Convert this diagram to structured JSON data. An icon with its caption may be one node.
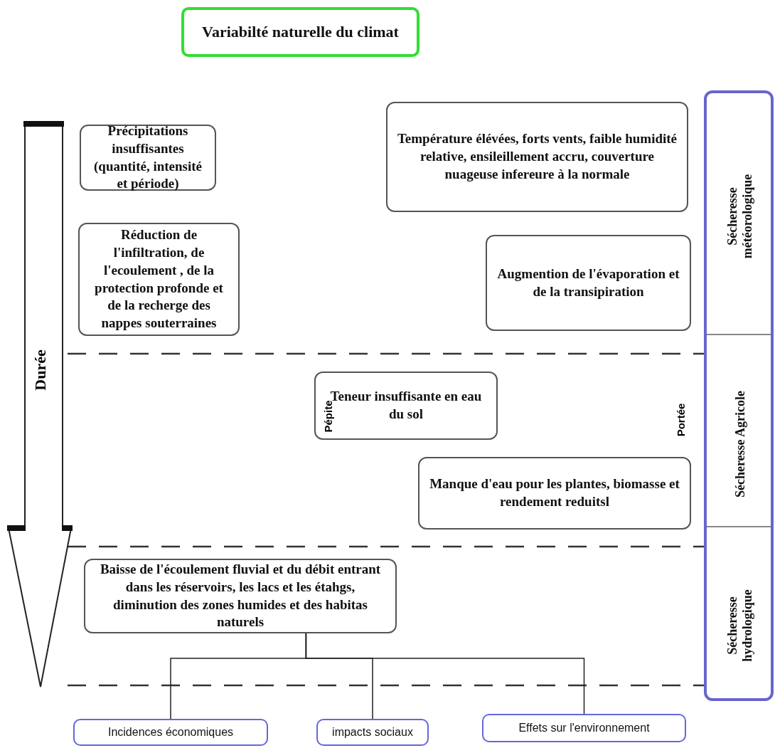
{
  "diagram": {
    "nodes": [
      {
        "text": [
          "Variabilté naturelle du climat"
        ]
      },
      {
        "text": [
          "Précipitations insuffisantes (quantité, intensité et période)"
        ]
      },
      {
        "text": [
          "Température élévées, forts vents, faible humidité relative, ensileillement accru, couverture nuageuse infereure à la normale"
        ]
      },
      {
        "text": [
          "Sécheresse météorologique",
          "Sécheresse Agricole",
          "Sécheresse hydrologique"
        ]
      },
      {
        "text": [
          "Réduction de l'infiltration, de l'ecoulement , de la protection profonde et de la recherge des nappes souterraines"
        ]
      },
      {
        "text": [
          "Augmention de l'évaporation et de la transipiration"
        ]
      },
      {
        "text": [
          "Teneur insuffisante en eau du sol"
        ]
      },
      {
        "text": [
          "Manque d'eau pour les plantes, biomasse et rendement reduitsl"
        ]
      },
      {
        "text": [
          "Baisse de l'écoulement fluvial et du débit entrant  dans les réservoirs, les lacs et les étahgs, diminution des zones humides et des habitas naturels"
        ]
      },
      {
        "text": [
          "Incidences économiques"
        ]
      },
      {
        "text": [
          "impacts sociaux"
        ]
      },
      {
        "text": [
          "Effets sur l'environnement"
        ]
      }
    ],
    "edges": [
      {
        "from": 8,
        "to": 9,
        "arrow": "none"
      },
      {
        "from": 8,
        "to": 10,
        "arrow": "none"
      },
      {
        "from": 8,
        "to": 11,
        "arrow": "none"
      }
    ],
    "labels": [
      "Durée",
      "Pépite",
      "Portée"
    ]
  }
}
